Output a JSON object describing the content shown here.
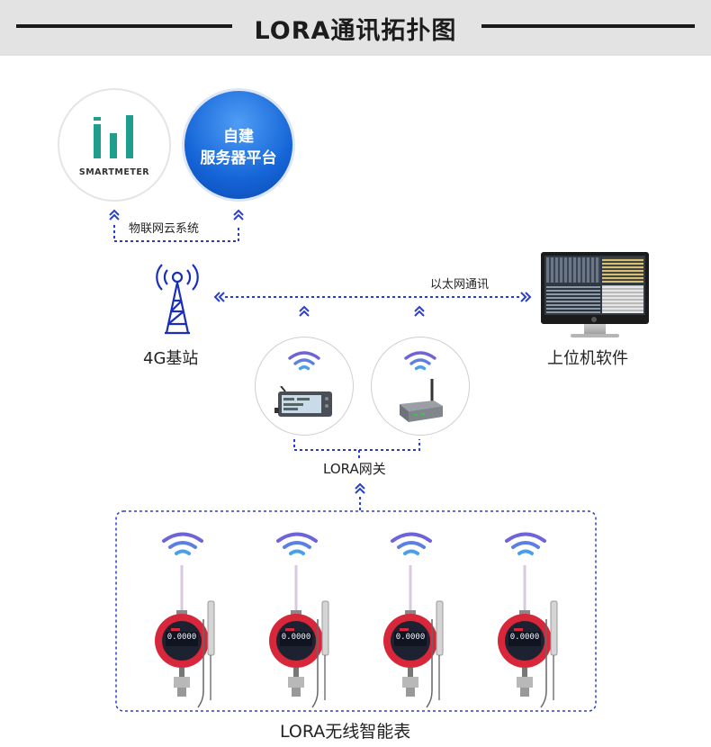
{
  "header": {
    "title": "LORA通讯拓扑图"
  },
  "nodes": {
    "smartmeter_logo": "SMARTMETER",
    "server_line1": "自建",
    "server_line2": "服务器平台",
    "iot_cloud": "物联网云系统",
    "base_station": "4G基站",
    "ethernet": "以太网通讯",
    "pc_software": "上位机软件",
    "lora_gateway": "LORA网关",
    "lora_meters": "LORA无线智能表"
  },
  "meters": [
    {
      "reading": "0.0000"
    },
    {
      "reading": "0.0000"
    },
    {
      "reading": "0.0000"
    },
    {
      "reading": "0.0000"
    }
  ],
  "colors": {
    "connector_blue": "#2b3fcf",
    "server_blue": "#1565d8",
    "logo_teal": "#1f9e8e",
    "meter_red": "#d8263a",
    "wifi_top": "#6f63d9",
    "wifi_bottom": "#4aa0e8"
  }
}
